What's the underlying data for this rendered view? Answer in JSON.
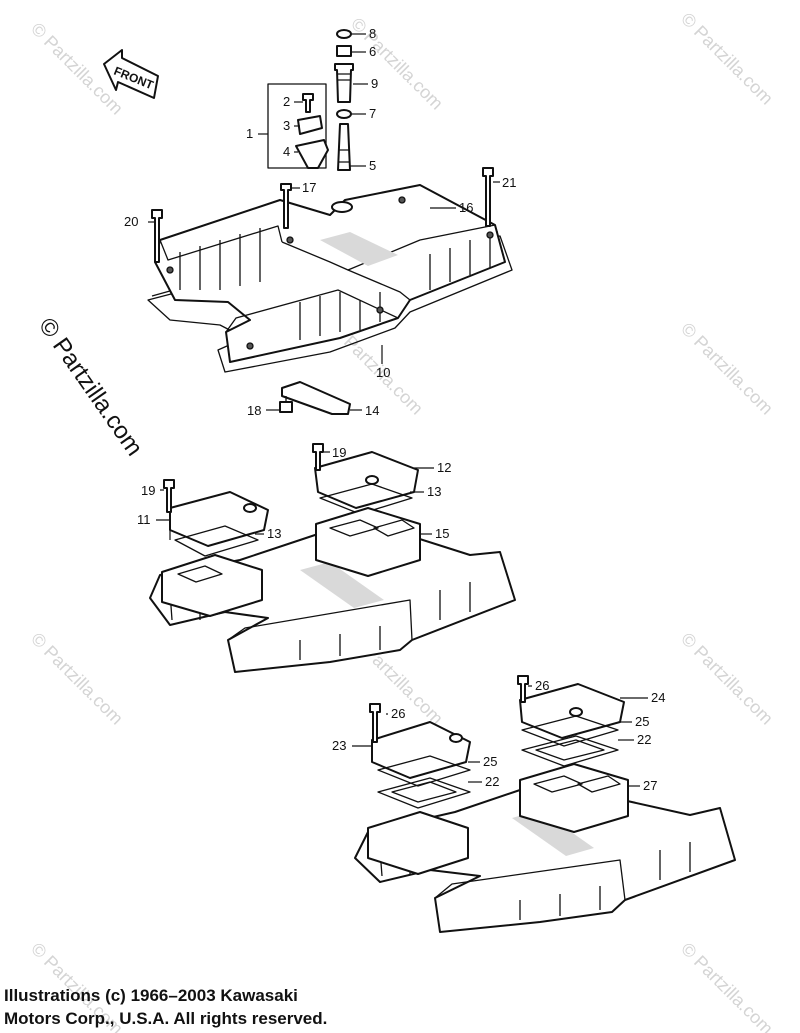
{
  "front_label": "FRONT",
  "watermark_text": "© Partzilla.com",
  "copyright": {
    "line1": "Illustrations (c) 1966–2003 Kawasaki",
    "line2": "Motors Corp., U.S.A.  All rights reserved."
  },
  "callouts": {
    "c1": "1",
    "c2": "2",
    "c3": "3",
    "c4": "4",
    "c5": "5",
    "c6": "6",
    "c7": "7",
    "c8": "8",
    "c9": "9",
    "c10": "10",
    "c11": "11",
    "c12": "12",
    "c13a": "13",
    "c13b": "13",
    "c14": "14",
    "c15": "15",
    "c16": "16",
    "c17": "17",
    "c18": "18",
    "c19a": "19",
    "c19b": "19",
    "c20": "20",
    "c21": "21",
    "c22a": "22",
    "c22b": "22",
    "c23": "23",
    "c24": "24",
    "c25a": "25",
    "c25b": "25",
    "c26a": "26",
    "c26b": "26",
    "c27": "27"
  }
}
